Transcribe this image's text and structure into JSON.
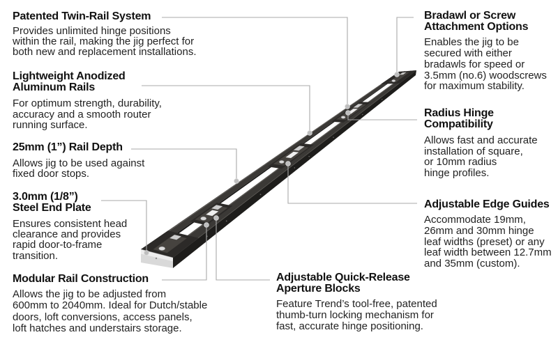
{
  "colors": {
    "background": "#ffffff",
    "title_text": "#111111",
    "body_text": "#222222",
    "leader_line": "#a8a8a8",
    "callout_dot": "#bebebe",
    "rail_body": "#3b3936",
    "end_plate": "#d9d9d9"
  },
  "callouts": [
    {
      "key": "patented-twin-rail-system",
      "title_lines": [
        "Patented Twin-Rail System"
      ],
      "description_lines": [
        "Provides unlimited hinge positions",
        "within the rail, making the jig perfect for",
        "both new and replacement installations."
      ]
    },
    {
      "key": "lightweight-anodized-aluminum-rails",
      "title_lines": [
        "Lightweight Anodized",
        "Aluminum Rails"
      ],
      "description_lines": [
        "For optimum strength, durability,",
        "accuracy and a smooth router",
        "running surface."
      ]
    },
    {
      "key": "rail-depth",
      "title_lines": [
        "25mm (1”) Rail Depth"
      ],
      "description_lines": [
        "Allows jig to be used against",
        "fixed door stops."
      ]
    },
    {
      "key": "steel-end-plate",
      "title_lines": [
        "3.0mm (1/8”)",
        "Steel End Plate"
      ],
      "description_lines": [
        "Ensures consistent head",
        "clearance and provides",
        "rapid door-to-frame",
        "transition."
      ]
    },
    {
      "key": "modular-rail-construction",
      "title_lines": [
        "Modular Rail Construction"
      ],
      "description_lines": [
        "Allows the jig to be adjusted from",
        "600mm to 2040mm. Ideal for Dutch/stable",
        "doors, loft conversions, access panels,",
        "loft hatches and understairs storage."
      ]
    },
    {
      "key": "quick-release-aperture-blocks",
      "title_lines": [
        "Adjustable Quick-Release",
        "Aperture Blocks"
      ],
      "description_lines": [
        "Feature Trend’s tool-free, patented",
        "thumb-turn locking mechanism for",
        "fast, accurate hinge positioning."
      ]
    },
    {
      "key": "bradawl-or-screw-attachment",
      "title_lines": [
        "Bradawl or Screw",
        "Attachment Options"
      ],
      "description_lines": [
        "Enables the jig to be",
        "secured with either",
        "bradawls for speed or",
        "3.5mm (no.6) woodscrews",
        "for maximum stability."
      ]
    },
    {
      "key": "radius-hinge-compatibility",
      "title_lines": [
        "Radius Hinge",
        "Compatibility"
      ],
      "description_lines": [
        "Allows fast and accurate",
        "installation of square,",
        "or 10mm radius",
        "hinge profiles."
      ]
    },
    {
      "key": "adjustable-edge-guides",
      "title_lines": [
        "Adjustable Edge Guides"
      ],
      "description_lines": [
        "Accommodate 19mm,",
        "26mm and 30mm hinge",
        "leaf widths (preset) or any",
        "leaf width between 12.7mm",
        "and 35mm (custom)."
      ]
    }
  ]
}
